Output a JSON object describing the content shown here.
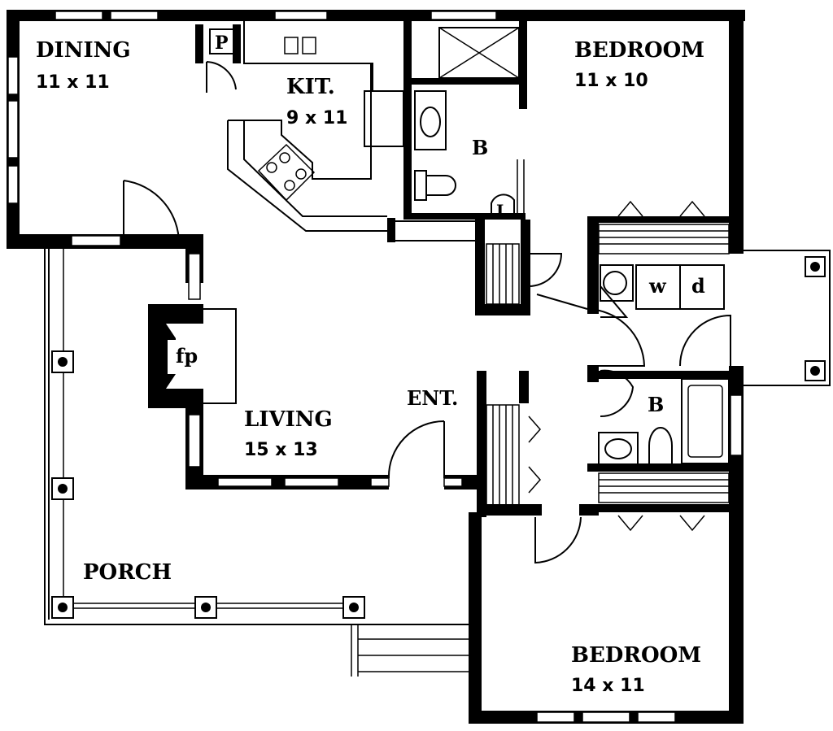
{
  "rooms": {
    "dining": {
      "name": "DINING",
      "size": "11 x 11"
    },
    "kitchen": {
      "name": "KIT.",
      "size": "9 x 11"
    },
    "bedroom1": {
      "name": "BEDROOM",
      "size": "11 x 10"
    },
    "bath1": {
      "name": "B"
    },
    "laundry": {
      "name": "L"
    },
    "pantry": {
      "name": "P"
    },
    "washer": {
      "name": "w"
    },
    "dryer": {
      "name": "d"
    },
    "fireplace": {
      "name": "fp"
    },
    "living": {
      "name": "LIVING",
      "size": "15 x 13"
    },
    "entry": {
      "name": "ENT."
    },
    "bath2": {
      "name": "B"
    },
    "porch": {
      "name": "PORCH"
    },
    "bedroom2": {
      "name": "BEDROOM",
      "size": "14 x 11"
    }
  }
}
